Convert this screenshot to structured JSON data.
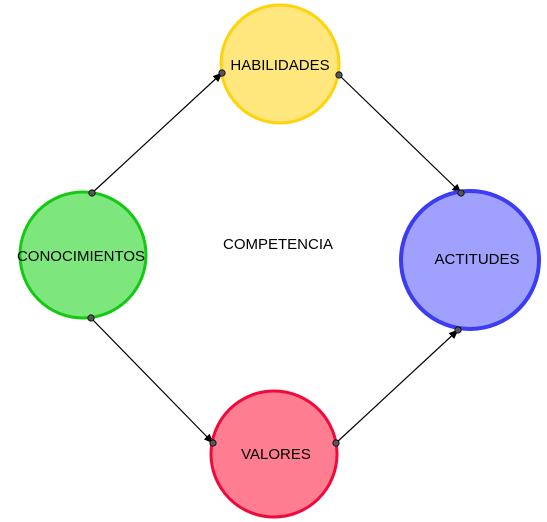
{
  "center": {
    "label": "COMPETENCIA"
  },
  "nodes": {
    "habilidades": {
      "label": "HABILIDADES",
      "fill": "#ffe67d",
      "stroke": "#ffd20a"
    },
    "conocimientos": {
      "label": "CONOCIMIENTOS",
      "fill": "#7de67d",
      "stroke": "#14c814"
    },
    "actitudes": {
      "label": "ACTITUDES",
      "fill": "#a0a0ff",
      "stroke": "#3c3cf0"
    },
    "valores": {
      "label": "VALORES",
      "fill": "#ff7d91",
      "stroke": "#f00a3c"
    }
  },
  "connections": [
    {
      "from": "conocimientos",
      "to": "habilidades",
      "arrows": "both"
    },
    {
      "from": "habilidades",
      "to": "actitudes",
      "arrows": "both"
    },
    {
      "from": "conocimientos",
      "to": "valores",
      "arrows": "both"
    },
    {
      "from": "valores",
      "to": "actitudes",
      "arrows": "both"
    }
  ]
}
